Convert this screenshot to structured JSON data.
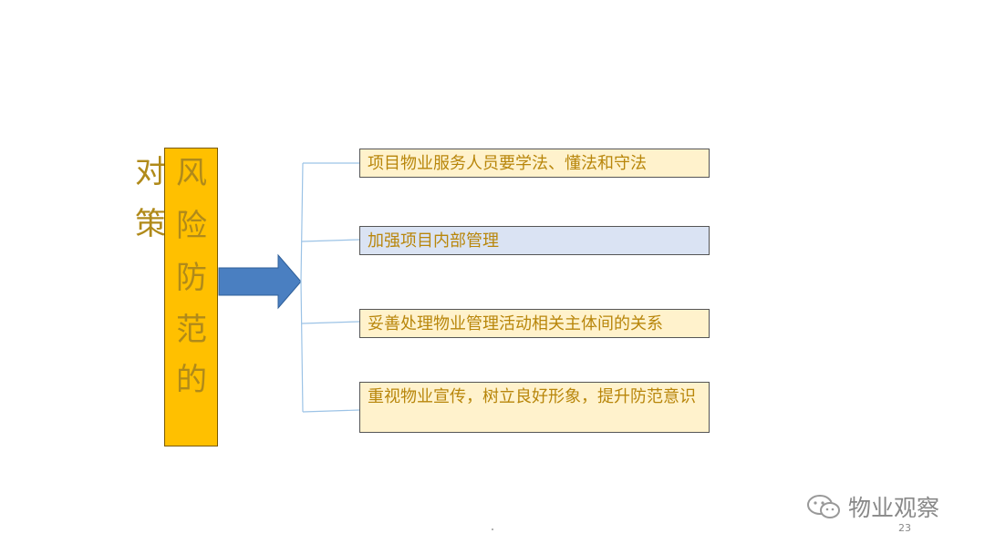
{
  "side_label": {
    "chars": [
      "对",
      "策"
    ]
  },
  "main_box": {
    "chars": [
      "风",
      "险",
      "防",
      "范",
      "的"
    ],
    "fill": "#ffc000"
  },
  "items": [
    {
      "text": "项目物业服务人员要学法、懂法和守法",
      "fill": "#fff2cc"
    },
    {
      "text": "加强项目内部管理",
      "fill": "#dae3f3"
    },
    {
      "text": "妥善处理物业管理活动相关主体间的关系",
      "fill": "#fff2cc"
    },
    {
      "text": "重视物业宣传，树立良好形象，提升防范意识",
      "fill": "#fff2cc"
    }
  ],
  "arrow": {
    "fill": "#4a7fc1"
  },
  "text_color": "#b8860b",
  "watermark": {
    "text": "物业观察",
    "icon": "wechat-icon"
  },
  "page_number": "23"
}
